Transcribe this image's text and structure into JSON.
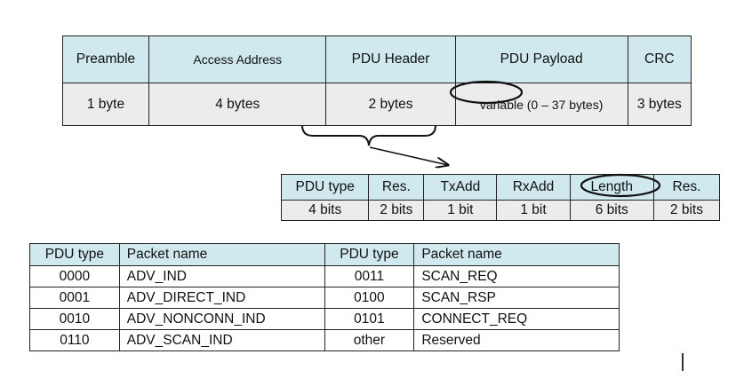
{
  "packet": {
    "headers": [
      "Preamble",
      "Access Address",
      "PDU Header",
      "PDU Payload",
      "CRC"
    ],
    "values": [
      "1 byte",
      "4 bytes",
      "2 bytes",
      "variable (0 – 37 bytes)",
      "3 bytes"
    ]
  },
  "pdu_header": {
    "headers": [
      "PDU type",
      "Res.",
      "TxAdd",
      "RxAdd",
      "Length",
      "Res."
    ],
    "values": [
      "4 bits",
      "2 bits",
      "1 bit",
      "1 bit",
      "6 bits",
      "2 bits"
    ]
  },
  "pdu_types": {
    "headers": [
      "PDU type",
      "Packet name",
      "PDU type",
      "Packet name"
    ],
    "rows": [
      [
        "0000",
        "ADV_IND",
        "0011",
        "SCAN_REQ"
      ],
      [
        "0001",
        "ADV_DIRECT_IND",
        "0100",
        "SCAN_RSP"
      ],
      [
        "0010",
        "ADV_NONCONN_IND",
        "0101",
        "CONNECT_REQ"
      ],
      [
        "0110",
        "ADV_SCAN_IND",
        "other",
        "Reserved"
      ]
    ]
  },
  "colors": {
    "header_fill": "#cfe9ee",
    "value_fill": "#ececec"
  }
}
